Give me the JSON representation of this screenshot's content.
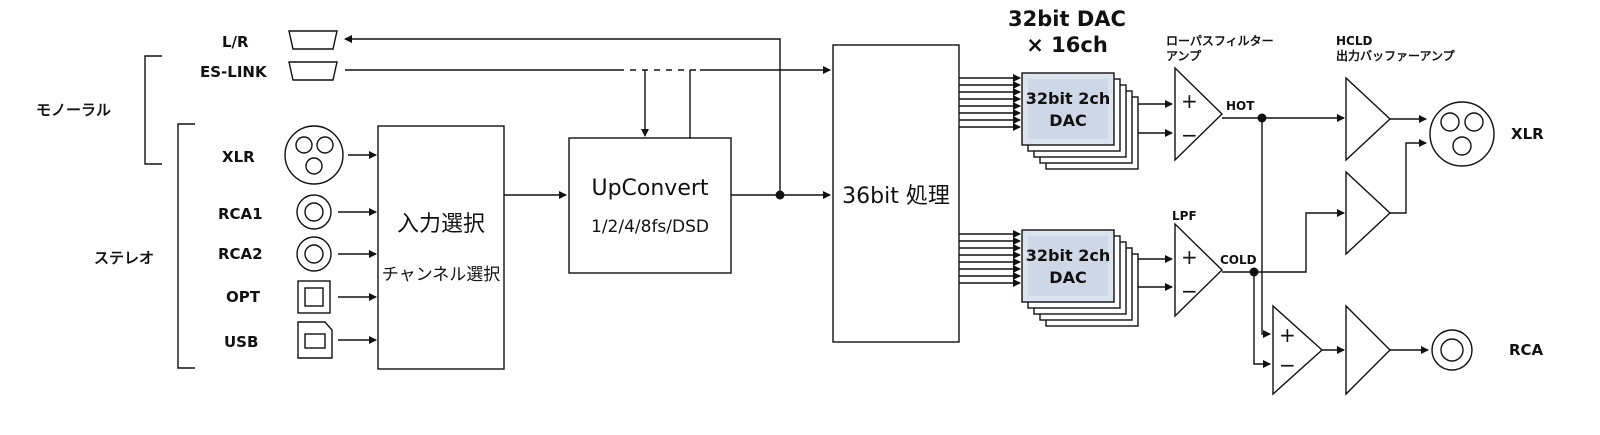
{
  "groups": {
    "mono": "モノーラル",
    "stereo": "ステレオ"
  },
  "inputs": {
    "lr": "L/R",
    "eslink": "ES-LINK",
    "xlr": "XLR",
    "rca1": "RCA1",
    "rca2": "RCA2",
    "opt": "OPT",
    "usb": "USB"
  },
  "blocks": {
    "input_select": "入力選択",
    "channel_select": "チャンネル選択",
    "upconvert": "UpConvert",
    "upconvert_rates": "1/2/4/8fs/DSD",
    "processing": "36bit 処理",
    "dac_title_1": "32bit DAC",
    "dac_title_2": "× 16ch",
    "dac_chip_1": "32bit 2ch",
    "dac_chip_2": "DAC",
    "lpf_title_1": "ローパスフィルター",
    "lpf_title_2": "アンプ",
    "lpf": "LPF",
    "hcld_title_1": "HCLD",
    "hcld_title_2": "出力バッファーアンプ"
  },
  "signals": {
    "hot": "HOT",
    "cold": "COLD",
    "plus": "+",
    "minus": "−"
  },
  "outputs": {
    "xlr": "XLR",
    "rca": "RCA"
  }
}
